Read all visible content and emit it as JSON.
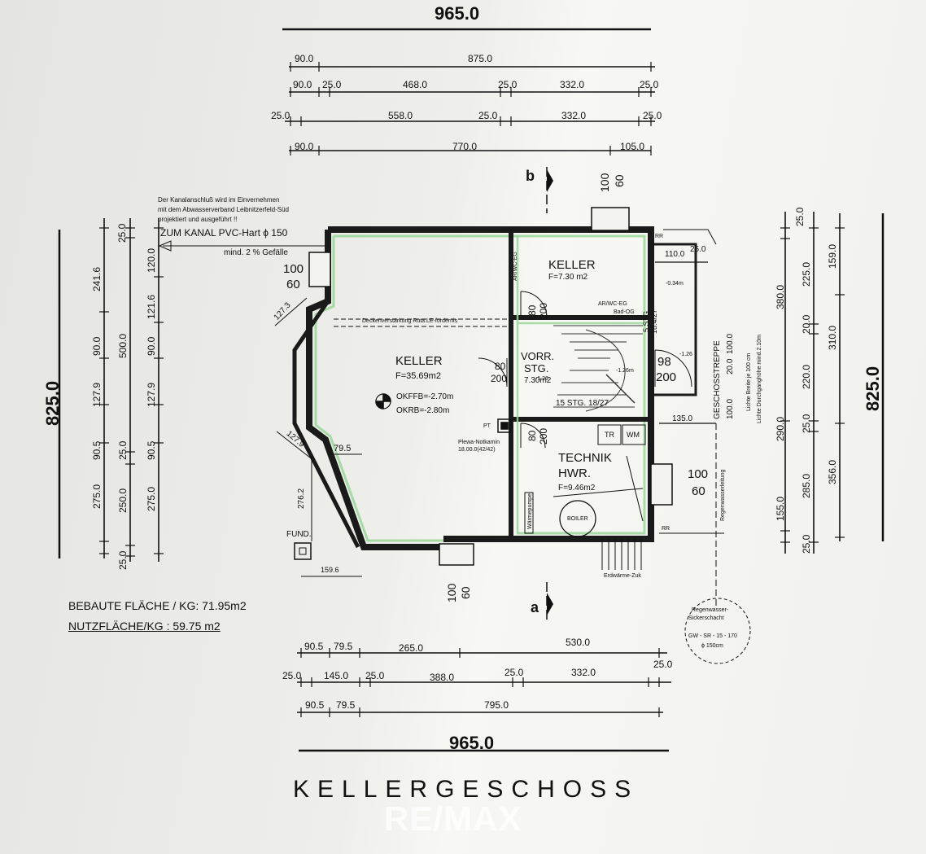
{
  "title": "KELLERGESCHOSS",
  "watermark": "RE/MAX",
  "top_dims": {
    "total": "965.0",
    "row1": [
      "90.0",
      "875.0"
    ],
    "row2": [
      "90.0",
      "25.0",
      "468.0",
      "25.0",
      "332.0",
      "25.0"
    ],
    "row3": [
      "25.0",
      "558.0",
      "25.0",
      "332.0",
      "25.0"
    ],
    "row4": [
      "90.0",
      "770.0",
      "105.0"
    ]
  },
  "bottom_dims": {
    "row1": [
      "90.5",
      "79.5",
      "265.0",
      "530.0"
    ],
    "row2": [
      "25.0",
      "145.0",
      "25.0",
      "388.0",
      "25.0",
      "332.0",
      "25.0"
    ],
    "row3": [
      "90.5",
      "79.5",
      "795.0"
    ],
    "total": "965.0"
  },
  "left_dims": {
    "total": "825.0",
    "col1": [
      "90.5",
      "127.9",
      "90.0",
      "241.6",
      "275.0",
      "25.0"
    ],
    "col2": [
      "25.0",
      "500.0",
      "250.0",
      "25.0",
      "25.0"
    ],
    "col3": [
      "120.0",
      "121.6",
      "90.0",
      "127.9",
      "90.5",
      "275.0"
    ]
  },
  "right_dims": {
    "total": "825.0",
    "col1": [
      "25.0",
      "380.0",
      "290.0",
      "155.0",
      "25.0"
    ],
    "col2": [
      "225.0",
      "20.0",
      "220.0",
      "25.0",
      "285.0"
    ],
    "col3": [
      "159.0",
      "310.0",
      "356.0"
    ]
  },
  "rooms": {
    "keller_main": {
      "name": "KELLER",
      "area": "F=35.69m2",
      "level1": "OKFFB=-2.70m",
      "level2": "OKRB=-2.80m"
    },
    "keller_small": {
      "name": "KELLER",
      "area": "F=7.30 m2"
    },
    "vorr": {
      "name1": "VORR.",
      "name2": "STG.",
      "area": "7.30m2"
    },
    "technik": {
      "name1": "TECHNIK",
      "name2": "HWR.",
      "area": "F=9.46m2"
    }
  },
  "stair_label": "15 STG. 18/27",
  "openings": {
    "win_left": [
      "100",
      "60"
    ],
    "win_top": [
      "100",
      "60"
    ],
    "win_bottom": [
      "100",
      "60"
    ],
    "win_right": [
      "100",
      "60"
    ],
    "door_keller": [
      "80",
      "200"
    ],
    "door_vorr_left": [
      "80",
      "200"
    ],
    "door_technik": [
      "80",
      "200"
    ],
    "door_right": [
      "98",
      "200"
    ]
  },
  "section_marks": [
    "b",
    "a"
  ],
  "drain_note": {
    "line1": "Der Kanalanschluß wird im Einvernehmen",
    "line2": "mit dem Abwasserverband Leibnitzerfeld-Süd",
    "line3": "projektiert und ausgeführt !!",
    "line4": "ZUM KANAL  PVC-Hart ϕ 150",
    "line5": "mind. 2 % Gefälle"
  },
  "labels": {
    "decke": "Deckenverstärkung Ruta.LE-fordernis",
    "plewa": "Plewa-Notkamin",
    "plewa_dim": "18.00.0(42/42)",
    "pt": "PT",
    "fund": "FUND.",
    "boiler": "BOILER",
    "tr": "TR",
    "wm": "WM",
    "rr1": "RR",
    "rr2": "RR",
    "waerme": "Wärmepumpe",
    "ar_wc": "AR/WC-EG",
    "bad": "Bad-OG",
    "stg5": "5 STG.",
    "stg5b": "18.4/27",
    "geschoss": "GESCHOSSTREPPE",
    "lichte1": "Lichte Breite je 100 cm",
    "lichte2": "Lichte Durchganghöhe mind.2.10m",
    "regenwasser": "Regenwasserleitung",
    "erdwaerme": "Erdwärme-Zuk",
    "sicker1": "Regenwasser-",
    "sicker2": "Sickerschacht",
    "sicker3": "GW - SR - 15 - 170",
    "sicker4": "ϕ 150cm",
    "d127_3": "127.3",
    "d127_9": "127.9",
    "d79_5": "79.5",
    "d276_2": "276.2",
    "d159_6": "159.6",
    "d110": "110.0",
    "d25r": "25.0",
    "d135": "135.0",
    "d100": "100.0",
    "d100b": "100.0",
    "d20": "20.0",
    "lv034": "-0.34m",
    "lv126": "-1.26",
    "lv126b": "-1.26m",
    "lv126c": "-1.26"
  },
  "area_summary": {
    "bebaut": "BEBAUTE FLÄCHE / KG: 71.95m2",
    "nutz": "NUTZFLÄCHE/KG :  59.75 m2"
  }
}
